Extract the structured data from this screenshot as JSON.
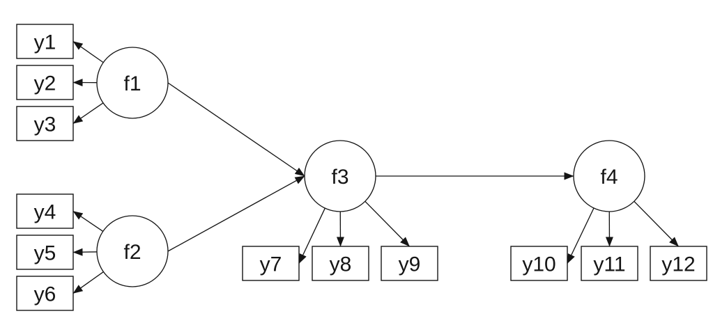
{
  "diagram": {
    "type": "sem-path-diagram",
    "colors": {
      "background": "#ffffff",
      "line": "#151515",
      "shape_border": "#151515",
      "shape_fill": "#ffffff",
      "text": "#151515"
    },
    "nodes": [
      {
        "id": "f1",
        "label": "f1",
        "shape": "circle",
        "role": "latent-factor"
      },
      {
        "id": "f2",
        "label": "f2",
        "shape": "circle",
        "role": "latent-factor"
      },
      {
        "id": "f3",
        "label": "f3",
        "shape": "circle",
        "role": "latent-factor"
      },
      {
        "id": "f4",
        "label": "f4",
        "shape": "circle",
        "role": "latent-factor"
      },
      {
        "id": "y1",
        "label": "y1",
        "shape": "rect",
        "role": "indicator"
      },
      {
        "id": "y2",
        "label": "y2",
        "shape": "rect",
        "role": "indicator"
      },
      {
        "id": "y3",
        "label": "y3",
        "shape": "rect",
        "role": "indicator"
      },
      {
        "id": "y4",
        "label": "y4",
        "shape": "rect",
        "role": "indicator"
      },
      {
        "id": "y5",
        "label": "y5",
        "shape": "rect",
        "role": "indicator"
      },
      {
        "id": "y6",
        "label": "y6",
        "shape": "rect",
        "role": "indicator"
      },
      {
        "id": "y7",
        "label": "y7",
        "shape": "rect",
        "role": "indicator"
      },
      {
        "id": "y8",
        "label": "y8",
        "shape": "rect",
        "role": "indicator"
      },
      {
        "id": "y9",
        "label": "y9",
        "shape": "rect",
        "role": "indicator"
      },
      {
        "id": "y10",
        "label": "y10",
        "shape": "rect",
        "role": "indicator"
      },
      {
        "id": "y11",
        "label": "y11",
        "shape": "rect",
        "role": "indicator"
      },
      {
        "id": "y12",
        "label": "y12",
        "shape": "rect",
        "role": "indicator"
      }
    ],
    "edges": [
      {
        "from": "f1",
        "to": "y1"
      },
      {
        "from": "f1",
        "to": "y2"
      },
      {
        "from": "f1",
        "to": "y3"
      },
      {
        "from": "f2",
        "to": "y4"
      },
      {
        "from": "f2",
        "to": "y5"
      },
      {
        "from": "f2",
        "to": "y6"
      },
      {
        "from": "f1",
        "to": "f3"
      },
      {
        "from": "f2",
        "to": "f3"
      },
      {
        "from": "f3",
        "to": "y7"
      },
      {
        "from": "f3",
        "to": "y8"
      },
      {
        "from": "f3",
        "to": "y9"
      },
      {
        "from": "f3",
        "to": "f4"
      },
      {
        "from": "f4",
        "to": "y10"
      },
      {
        "from": "f4",
        "to": "y11"
      },
      {
        "from": "f4",
        "to": "y12"
      }
    ]
  }
}
